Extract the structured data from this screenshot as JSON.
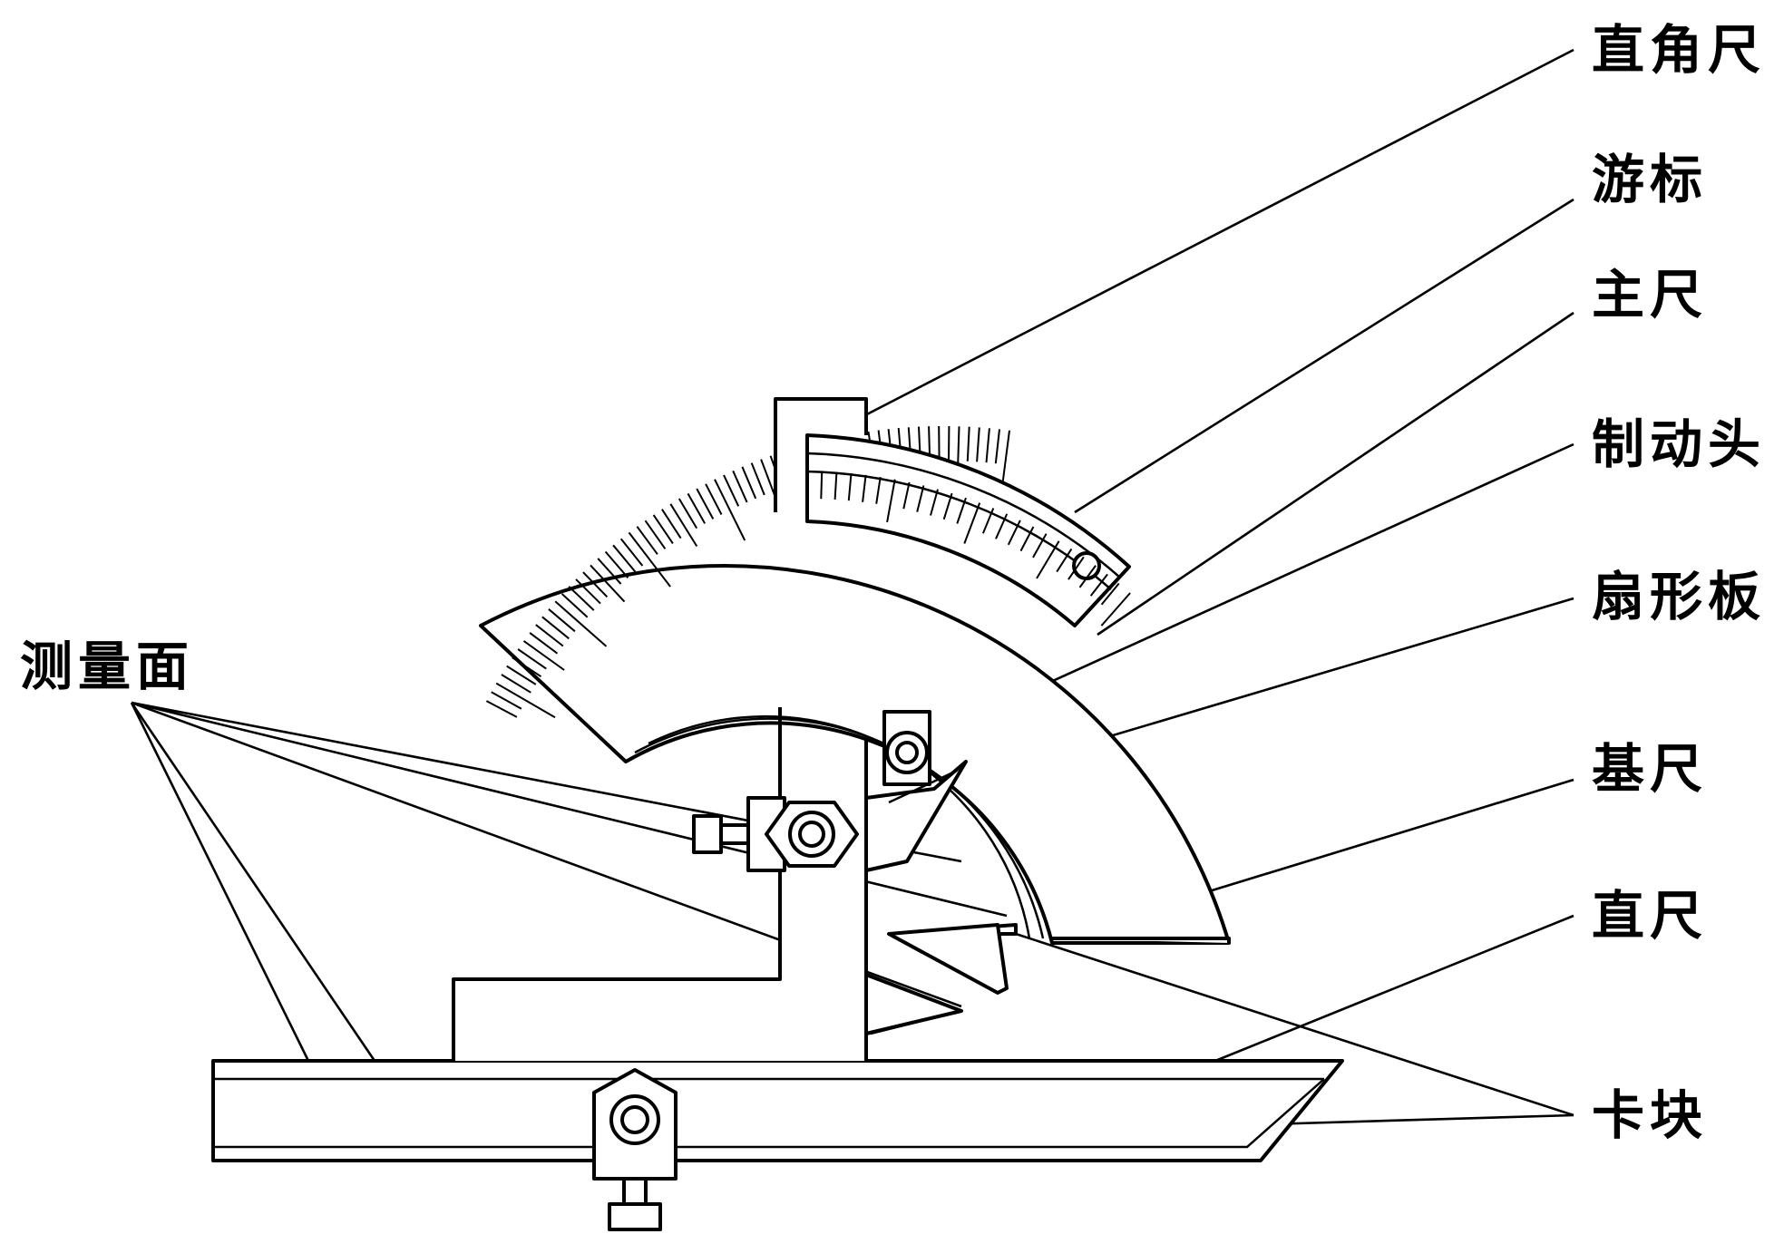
{
  "labels": {
    "right_angle_ruler": "直角尺",
    "vernier": "游标",
    "main_scale": "主尺",
    "brake_head": "制动头",
    "sector_plate": "扇形板",
    "base_ruler": "基尺",
    "straight_ruler": "直尺",
    "clamp_block": "卡块",
    "measuring_surface": "测量面"
  }
}
